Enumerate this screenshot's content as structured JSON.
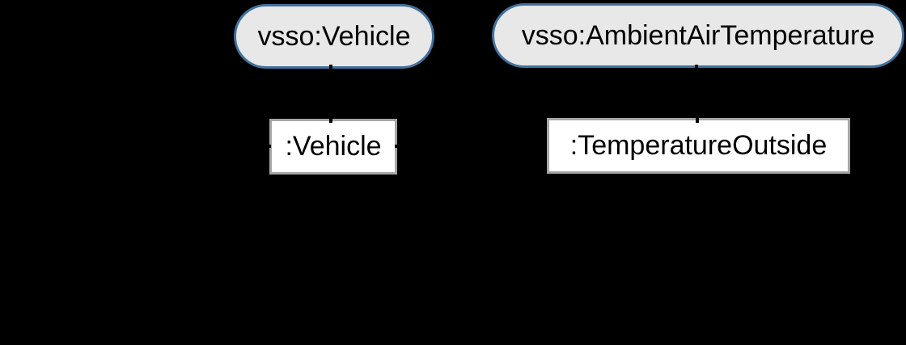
{
  "diagram": {
    "background_color": "#000000",
    "class_nodes": [
      {
        "label": "vsso:Vehicle",
        "shape": "rounded-rectangle",
        "fill_color": "#e8e8e8",
        "border_color": "#41719c",
        "text_color": "#000000"
      },
      {
        "label": "vsso:AmbientAirTemperature",
        "shape": "rounded-rectangle",
        "fill_color": "#e8e8e8",
        "border_color": "#41719c",
        "text_color": "#000000"
      }
    ],
    "instance_nodes": [
      {
        "label": ":Vehicle",
        "shape": "rectangle",
        "fill_color": "#ffffff",
        "border_color": "#a6a6a6",
        "text_color": "#000000"
      },
      {
        "label": ":TemperatureOutside",
        "shape": "rectangle",
        "fill_color": "#ffffff",
        "border_color": "#a6a6a6",
        "text_color": "#000000"
      }
    ]
  }
}
